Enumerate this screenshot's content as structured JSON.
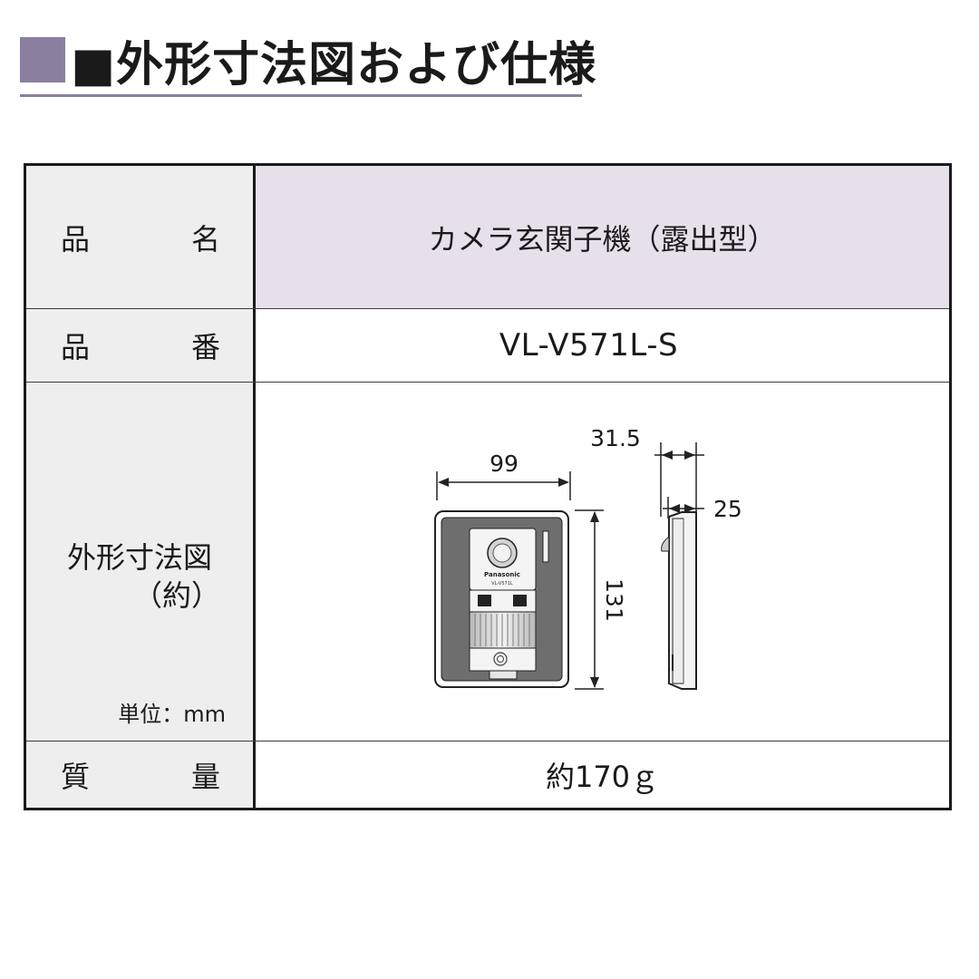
{
  "heading": {
    "title": "■外形寸法図および仕様",
    "accent_color": "#8a7f9f"
  },
  "table": {
    "header_fill_color": "#e6e0ea",
    "label_fill_color": "#eeeeee",
    "rows": {
      "name": {
        "label_left": "品",
        "label_right": "名",
        "value": "カメラ玄関子機（露出型）"
      },
      "model": {
        "label_left": "品",
        "label_right": "番",
        "value": "VL-V571L-S"
      },
      "dimensions": {
        "label": "外形寸法図",
        "label_sub": "（約）",
        "unit": "単位：mm",
        "width": "99",
        "height": "131",
        "depth_total": "31.5",
        "depth_body": "25",
        "device_brand": "Panasonic",
        "device_model": "VL-V571L"
      },
      "mass": {
        "label_left": "質",
        "label_right": "量",
        "value": "約170ｇ"
      }
    }
  }
}
